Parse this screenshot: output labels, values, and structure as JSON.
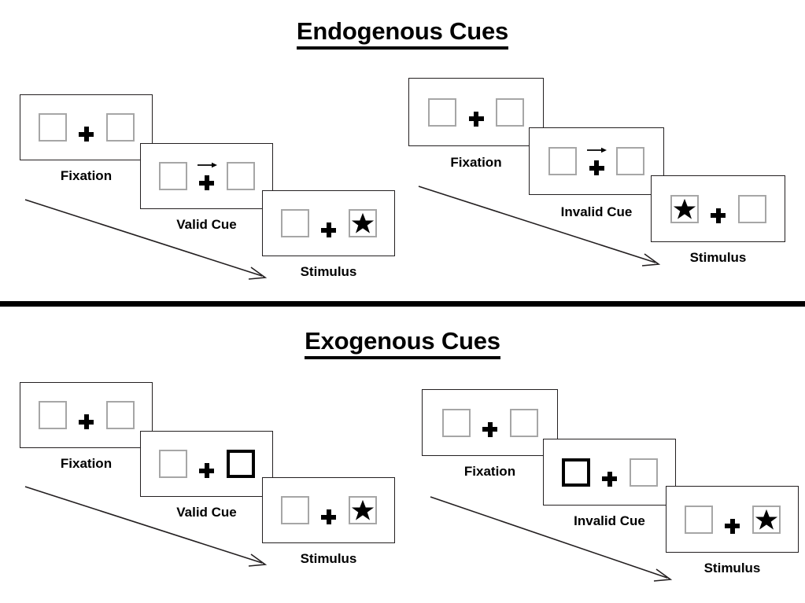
{
  "sections": [
    {
      "id": "endogenous",
      "title": "Endogenous Cues",
      "columns": [
        {
          "id": "endogenous-valid",
          "panels": [
            {
              "caption": "Fixation",
              "cue": "none",
              "arrow": false,
              "star": "none"
            },
            {
              "caption": "Valid Cue",
              "cue": "arrow-right",
              "arrow": true,
              "star": "none"
            },
            {
              "caption": "Stimulus",
              "cue": "none",
              "arrow": false,
              "star": "right"
            }
          ]
        },
        {
          "id": "endogenous-invalid",
          "panels": [
            {
              "caption": "Fixation",
              "cue": "none",
              "arrow": false,
              "star": "none"
            },
            {
              "caption": "Invalid Cue",
              "cue": "arrow-right",
              "arrow": true,
              "star": "none"
            },
            {
              "caption": "Stimulus",
              "cue": "none",
              "arrow": false,
              "star": "left"
            }
          ]
        }
      ]
    },
    {
      "id": "exogenous",
      "title": "Exogenous Cues",
      "columns": [
        {
          "id": "exogenous-valid",
          "panels": [
            {
              "caption": "Fixation",
              "cue": "none",
              "arrow": false,
              "star": "none"
            },
            {
              "caption": "Valid Cue",
              "cue": "box-right",
              "arrow": false,
              "star": "none"
            },
            {
              "caption": "Stimulus",
              "cue": "none",
              "arrow": false,
              "star": "right"
            }
          ]
        },
        {
          "id": "exogenous-invalid",
          "panels": [
            {
              "caption": "Fixation",
              "cue": "none",
              "arrow": false,
              "star": "none"
            },
            {
              "caption": "Invalid Cue",
              "cue": "box-left",
              "arrow": false,
              "star": "none"
            },
            {
              "caption": "Stimulus",
              "cue": "none",
              "arrow": false,
              "star": "right"
            }
          ]
        }
      ]
    }
  ],
  "panel_text": {
    "fixation": "Fixation",
    "valid_cue": "Valid Cue",
    "invalid_cue": "Invalid Cue",
    "stimulus": "Stimulus"
  },
  "titles": {
    "endogenous": "Endogenous Cues",
    "exogenous": "Exogenous Cues"
  },
  "colors": {
    "background": "#ffffff",
    "panel_border": "#231f20",
    "box_border": "#a6a6a6",
    "cued_box_border": "#000000",
    "fixation_cross": "#000000",
    "star": "#000000",
    "divider": "#000000",
    "text": "#000000"
  }
}
